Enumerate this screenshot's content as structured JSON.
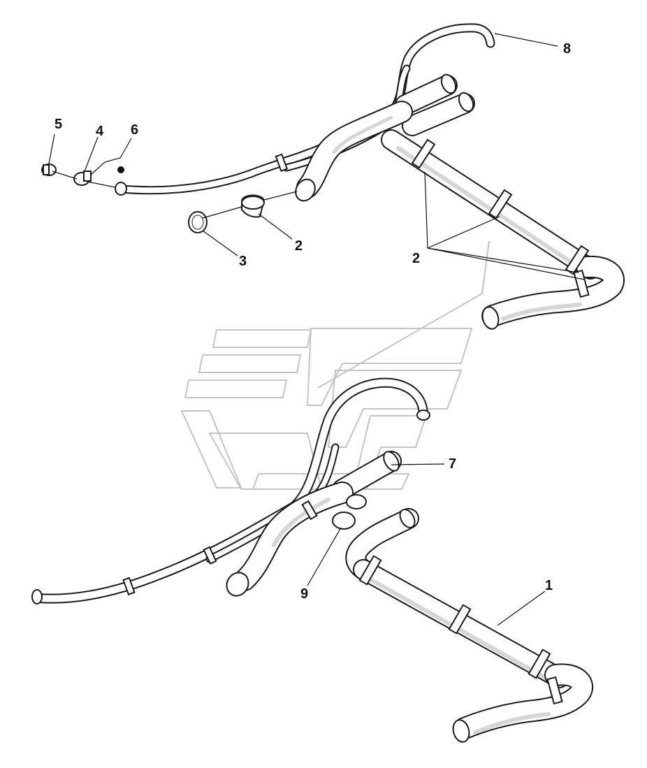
{
  "callouts": {
    "c1": "1",
    "c2a": "2",
    "c2b": "2",
    "c3": "3",
    "c4": "4",
    "c5": "5",
    "c6": "6",
    "c7": "7",
    "c8": "8",
    "c9": "9"
  },
  "colors": {
    "line": "#1a1a1a",
    "watermark": "#c4c4c4",
    "background": "#ffffff"
  }
}
